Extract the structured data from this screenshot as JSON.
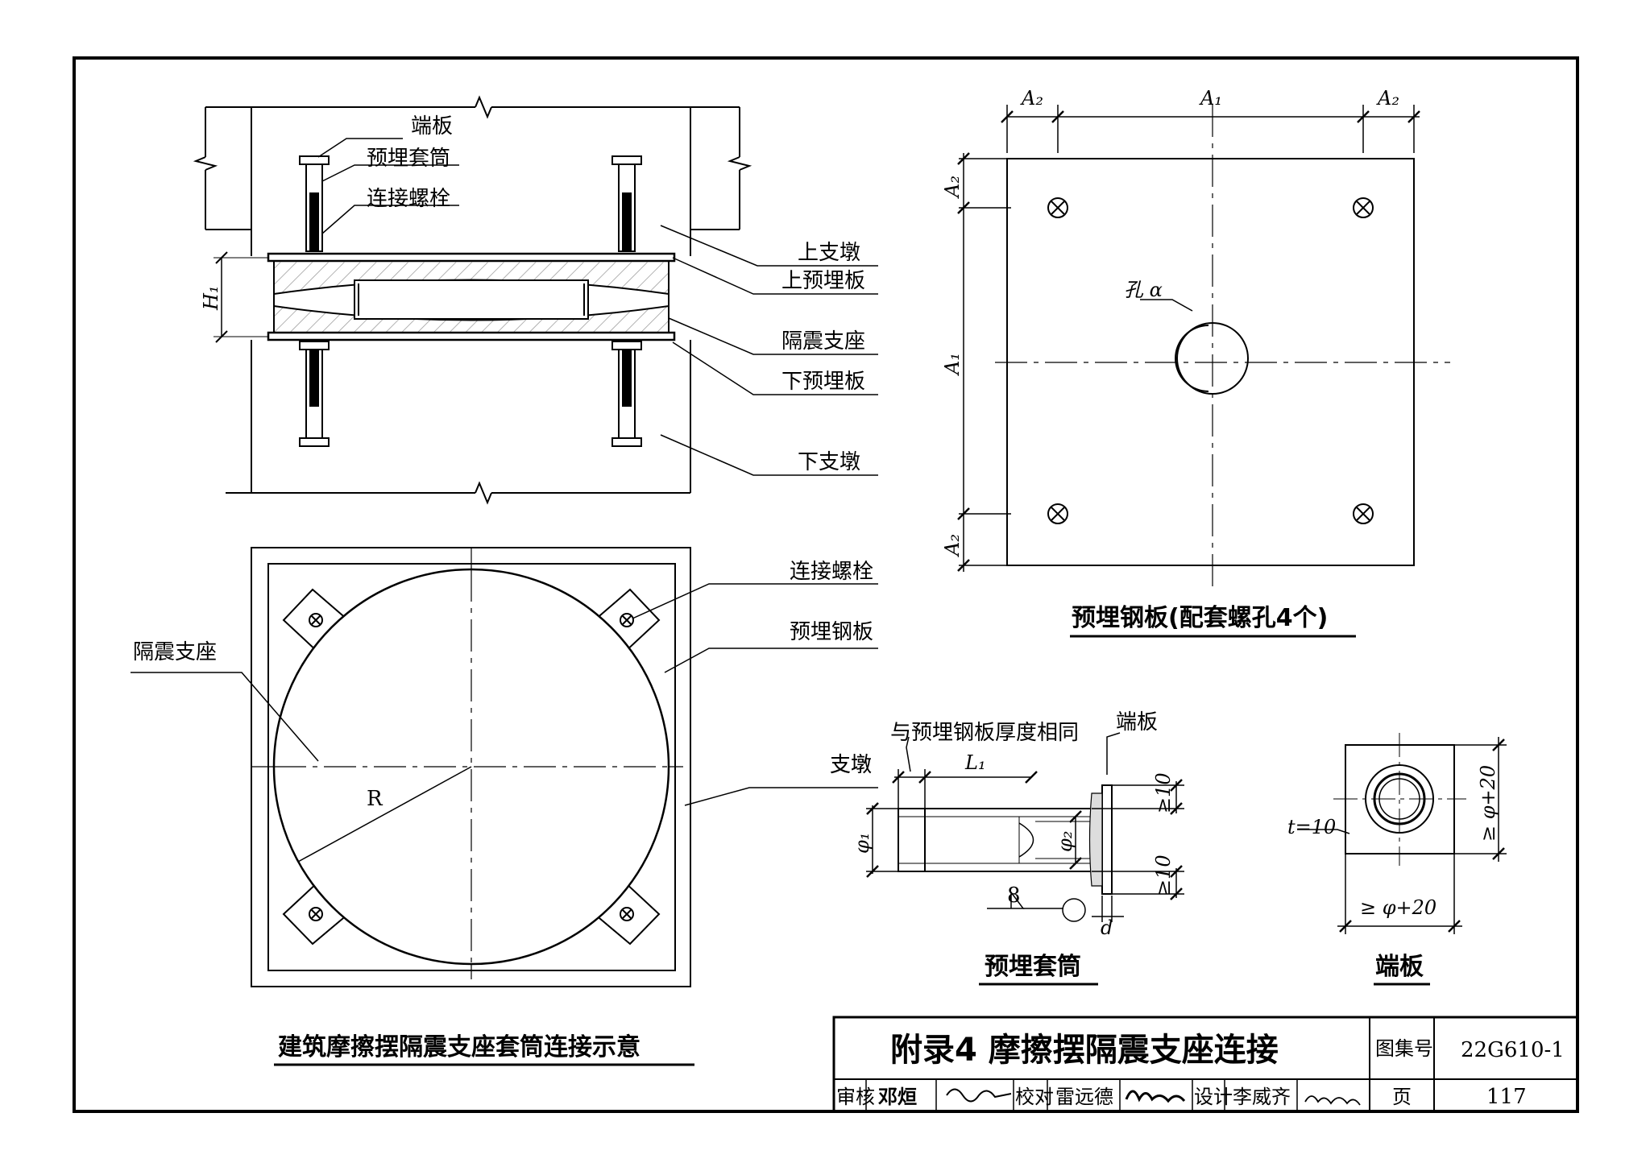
{
  "section_view": {
    "labels": {
      "end_plate": "端板",
      "embedded_sleeve": "预埋套筒",
      "connecting_bolt": "连接螺栓",
      "upper_pier": "上支墩",
      "upper_embedded_plate": "上预埋板",
      "isolation_bearing": "隔震支座",
      "lower_embedded_plate": "下预埋板",
      "lower_pier": "下支墩"
    },
    "dim_height": "H₁"
  },
  "plan_view": {
    "labels": {
      "connecting_bolt": "连接螺栓",
      "embedded_steel_plate": "预埋钢板",
      "isolation_bearing": "隔震支座",
      "pier": "支墩"
    },
    "radius": "R",
    "caption": "建筑摩擦摆隔震支座套筒连接示意"
  },
  "steel_plate": {
    "dim_a1": "A₁",
    "dim_a2": "A₂",
    "hole": "孔 α",
    "caption": "预埋钢板(配套螺孔4个)"
  },
  "sleeve": {
    "note": "与预埋钢板厚度相同",
    "end_plate": "端板",
    "pier": "支墩",
    "dim_l1": "L₁",
    "dim_phi1": "φ₁",
    "dim_phi2": "φ₂",
    "dim_ge10": "≥10",
    "weld": "8",
    "dim_d": "d",
    "caption": "预埋套筒"
  },
  "end_plate": {
    "thickness": "t=10",
    "dim_side": "≥ φ+20",
    "caption": "端板"
  },
  "title_block": {
    "title": "附录4  摩擦摆隔震支座连接",
    "atlas_label": "图集号",
    "atlas_no": "22G610-1",
    "review_label": "审核",
    "reviewer": "邓烜",
    "check_label": "校对",
    "checker": "雷远德",
    "design_label": "设计",
    "designer": "李威齐",
    "page_label": "页",
    "page_no": "117"
  }
}
